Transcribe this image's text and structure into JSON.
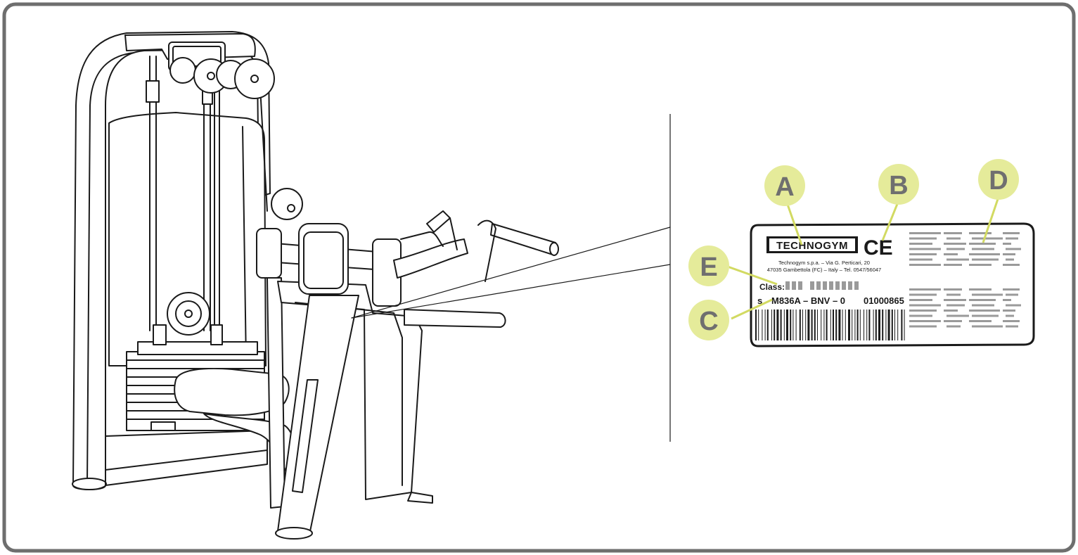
{
  "colors": {
    "frame_border": "#6e6e6e",
    "callout_fill": "#e5eb9a",
    "callout_line": "#d2da62",
    "callout_text": "#6f6f6f",
    "line": "#1a1a1a",
    "placeholder_gray": "#9a9a9a"
  },
  "callouts": {
    "a": "A",
    "b": "B",
    "c": "C",
    "d": "D",
    "e": "E"
  },
  "plate": {
    "brand": "TECHNOGYM",
    "ce_mark": "CE",
    "address_line1": "Technogym s.p.a. – Via G. Perticari, 20",
    "address_line2": "47035 Gambettola (FC) – Italy – Tel. 0547/56047",
    "class_label": "Class:",
    "serial_prefix": "s",
    "model_code": "M836A – BNV – 0",
    "serial_number": "01000865"
  }
}
